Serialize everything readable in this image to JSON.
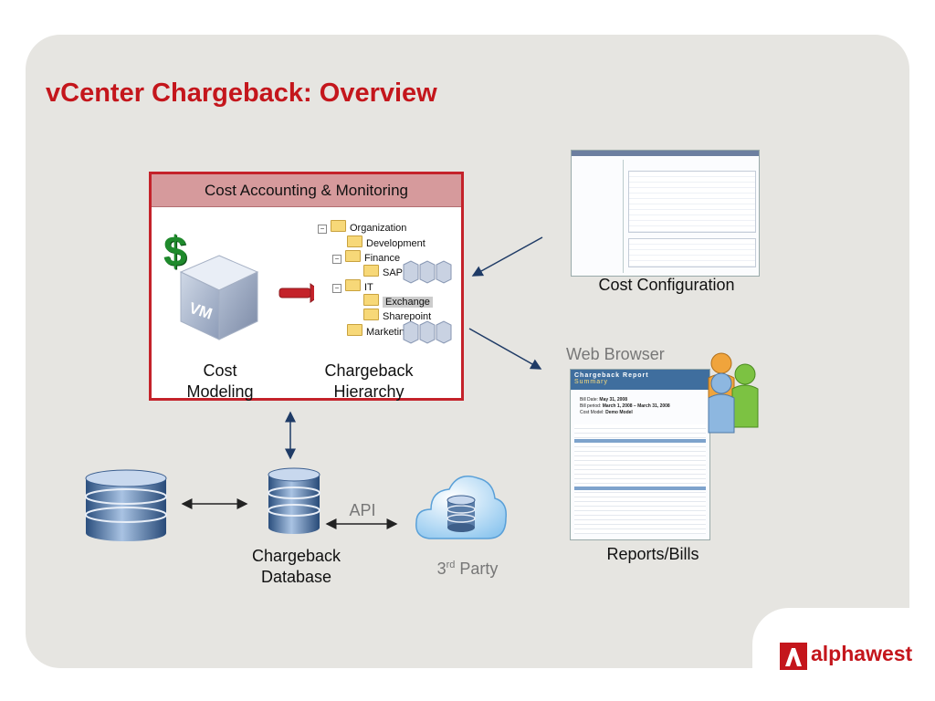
{
  "title": "vCenter Chargeback: Overview",
  "box": {
    "header": "Cost Accounting & Monitoring",
    "dollar": "$",
    "vm_label": "VM",
    "cost_modeling": [
      "Cost",
      "Modeling"
    ],
    "chargeback_hierarchy": [
      "Chargeback",
      "Hierarchy"
    ]
  },
  "tree": {
    "organization": "Organization",
    "development": "Development",
    "finance": "Finance",
    "sap": "SAP",
    "it": "IT",
    "exchange": "Exchange",
    "sharepoint": "Sharepoint",
    "marketing": "Marketing"
  },
  "cost_configuration": "Cost Configuration",
  "web_browser": "Web Browser",
  "reports_bills": "Reports/Bills",
  "report": {
    "title": "Chargeback Report",
    "subtitle": "Summary",
    "bill_date_label": "Bill Date:",
    "bill_date": "May 31, 2008",
    "bill_period_label": "Bill period:",
    "bill_period": "March 1, 2008 – March 31, 2008",
    "cost_model_label": "Cost Model:",
    "cost_model": "Demo Model"
  },
  "api": "API",
  "chargeback_database": [
    "Chargeback",
    "Database"
  ],
  "third_party": {
    "base": "3",
    "sup": "rd",
    "rest": " Party"
  },
  "logo": "alphawest",
  "colors": {
    "title": "#c4161c",
    "box_border": "#c4222a",
    "box_header": "#d69a9c",
    "arrow": "#1f3b66"
  }
}
